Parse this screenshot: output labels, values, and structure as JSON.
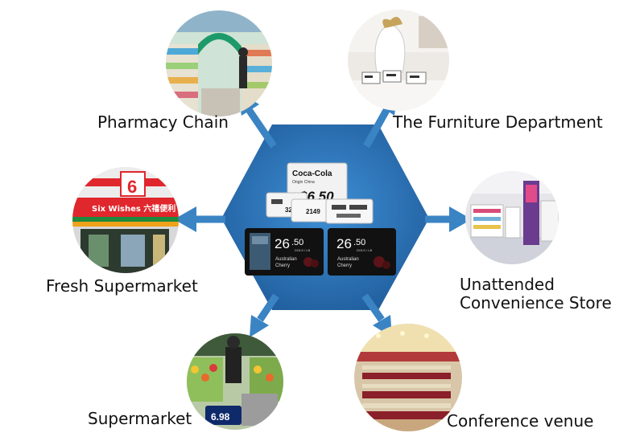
{
  "colors": {
    "hexagon": "#2a72b5",
    "arrow": "#3a84c4",
    "label_text": "#111111"
  },
  "center": {
    "tag_top_brand": "Coca-Cola",
    "tag_top_origin": "Origin China",
    "tag_top_price": "$6.50",
    "tag_code_1": "3250",
    "tag_code_2": "2149",
    "screen_left_price": "26",
    "screen_left_cents": ".50",
    "screen_left_unit": "DOLS / LB",
    "screen_left_item_1": "Australian",
    "screen_left_item_2": "Cherry",
    "screen_right_price": "26",
    "screen_right_cents": ".50",
    "screen_right_unit": "DOLS / LB",
    "screen_right_item_1": "Australian",
    "screen_right_item_2": "Cherry"
  },
  "nodes": [
    {
      "id": "pharmacy",
      "label_lines": [
        "Pharmacy Chain"
      ],
      "icon": "pharmacy-store-photo"
    },
    {
      "id": "furniture",
      "label_lines": [
        "The Furniture Department"
      ],
      "icon": "furniture-display-photo"
    },
    {
      "id": "fresh",
      "label_lines": [
        "Fresh Supermarket"
      ],
      "icon": "fresh-supermarket-storefront-photo",
      "sign_text": "Six Wishes 六禧便利",
      "sign_digit": "6"
    },
    {
      "id": "unattended",
      "label_lines": [
        "Unattended",
        "Convenience Store"
      ],
      "icon": "unattended-store-photo"
    },
    {
      "id": "supermarket",
      "label_lines": [
        "Supermarket"
      ],
      "icon": "supermarket-aisle-photo",
      "tag_price": "6.98"
    },
    {
      "id": "conference",
      "label_lines": [
        "Conference venue"
      ],
      "icon": "conference-hall-photo"
    }
  ]
}
